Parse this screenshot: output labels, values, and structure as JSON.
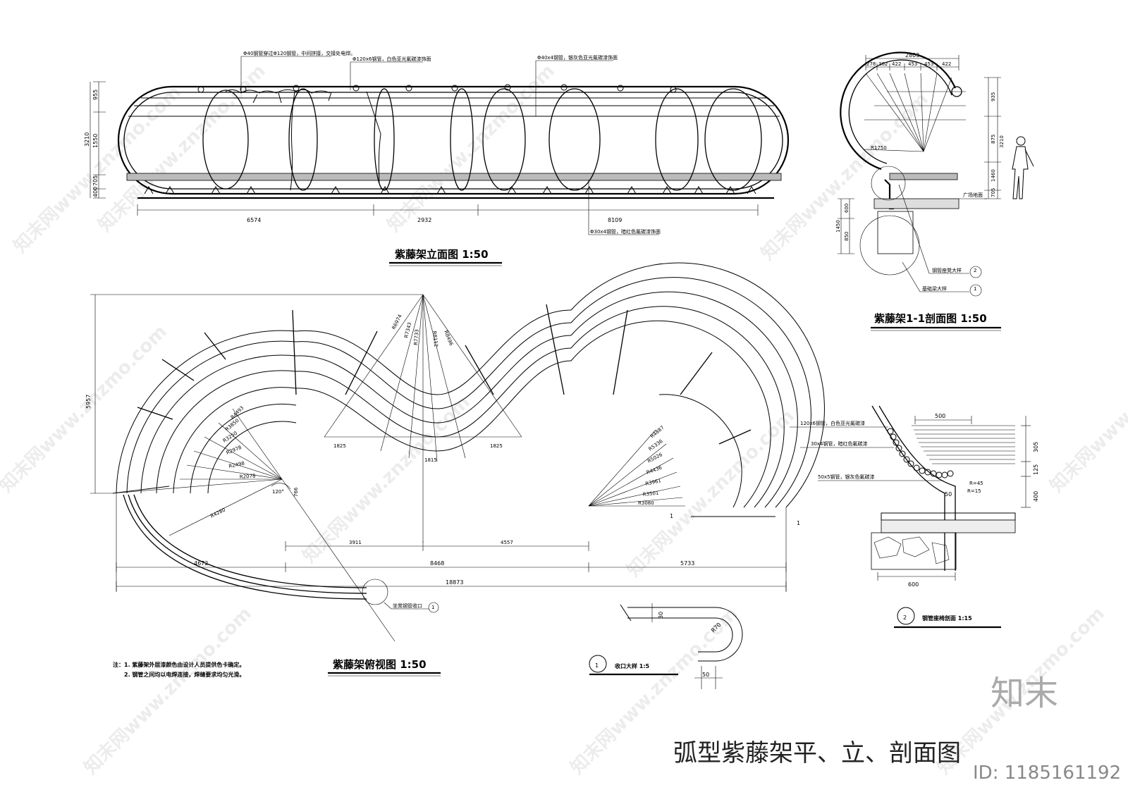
{
  "sheet_title": "弧型紫藤架平、立、剖面图",
  "watermark": {
    "brand": "知末",
    "id_text": "ID: 1185161192",
    "site": "知末网www.znzmo.com"
  },
  "elevation": {
    "title": "紫藤架立面图  1:50",
    "notes": [
      "Φ40钢管穿过Φ120钢管，中间拼接，交接处电焊。",
      "Φ120x6钢管，白色亚光氟碳漆饰面",
      "Φ40x4钢管，银灰色亚光氟碳漆饰面",
      "Φ30x4钢管，暗红色氟碳漆饰面"
    ],
    "dims_bottom": [
      "6574",
      "2932",
      "8109"
    ],
    "dims_left": [
      "955",
      "1550",
      "3210",
      "705",
      "400"
    ]
  },
  "section": {
    "title": "紫藤架1-1剖面图  1:50",
    "dims_top": [
      "2803",
      "278",
      "362",
      "422",
      "453",
      "453",
      "422"
    ],
    "dims_right": [
      "935",
      "875",
      "3210",
      "1460",
      "705"
    ],
    "dims_left": [
      "600",
      "1450",
      "850"
    ],
    "radius_label": "R1750",
    "ground_label": "广场地面",
    "callouts": [
      "钢管座凳大样",
      "基础梁大样"
    ],
    "callout_nums": [
      "2",
      "1"
    ]
  },
  "plan": {
    "title": "紫藤架俯视图  1:50",
    "dims_bottom_row1": [
      "3911",
      "4557"
    ],
    "dims_bottom_row2": [
      "4672",
      "8468",
      "5733"
    ],
    "dims_total": "18873",
    "dim_height": "5957",
    "angle": "120°",
    "dim_766": "766",
    "radii_left": [
      "R4493",
      "R3850",
      "R3250",
      "R2978",
      "R2498",
      "R2078"
    ],
    "radii_mid": [
      "R6974",
      "R7343",
      "R7733",
      "R8112",
      "R8496"
    ],
    "radii_right": [
      "R4887",
      "R5336",
      "R5026",
      "R4436",
      "R3961",
      "R3501",
      "R3080"
    ],
    "radius_long": "R4280",
    "arc_dims": [
      "1825",
      "1815",
      "1825"
    ],
    "section_mark": "1",
    "callout_label": "坐凳钢管收口",
    "callout_num": "1"
  },
  "notes": [
    "注：1. 紫藤架外层漆颜色由设计人员提供色卡确定。",
    "2. 钢管之间均以电焊连接，焊缝要求均匀光滑。"
  ],
  "detail1": {
    "num": "1",
    "title": "收口大样  1:5",
    "dims": [
      "30",
      "R70",
      "50"
    ]
  },
  "detail2": {
    "num": "2",
    "title": "钢管座椅剖面  1:15",
    "dims": [
      "500",
      "305",
      "125",
      "400",
      "600",
      "50"
    ],
    "radii": [
      "R=45",
      "R=15"
    ],
    "labels": [
      "120x6钢管，白色亚光氟碳漆",
      "30x4钢管，暗红色氟碳漆",
      "50x5钢管，银灰色氟碳漆"
    ]
  }
}
